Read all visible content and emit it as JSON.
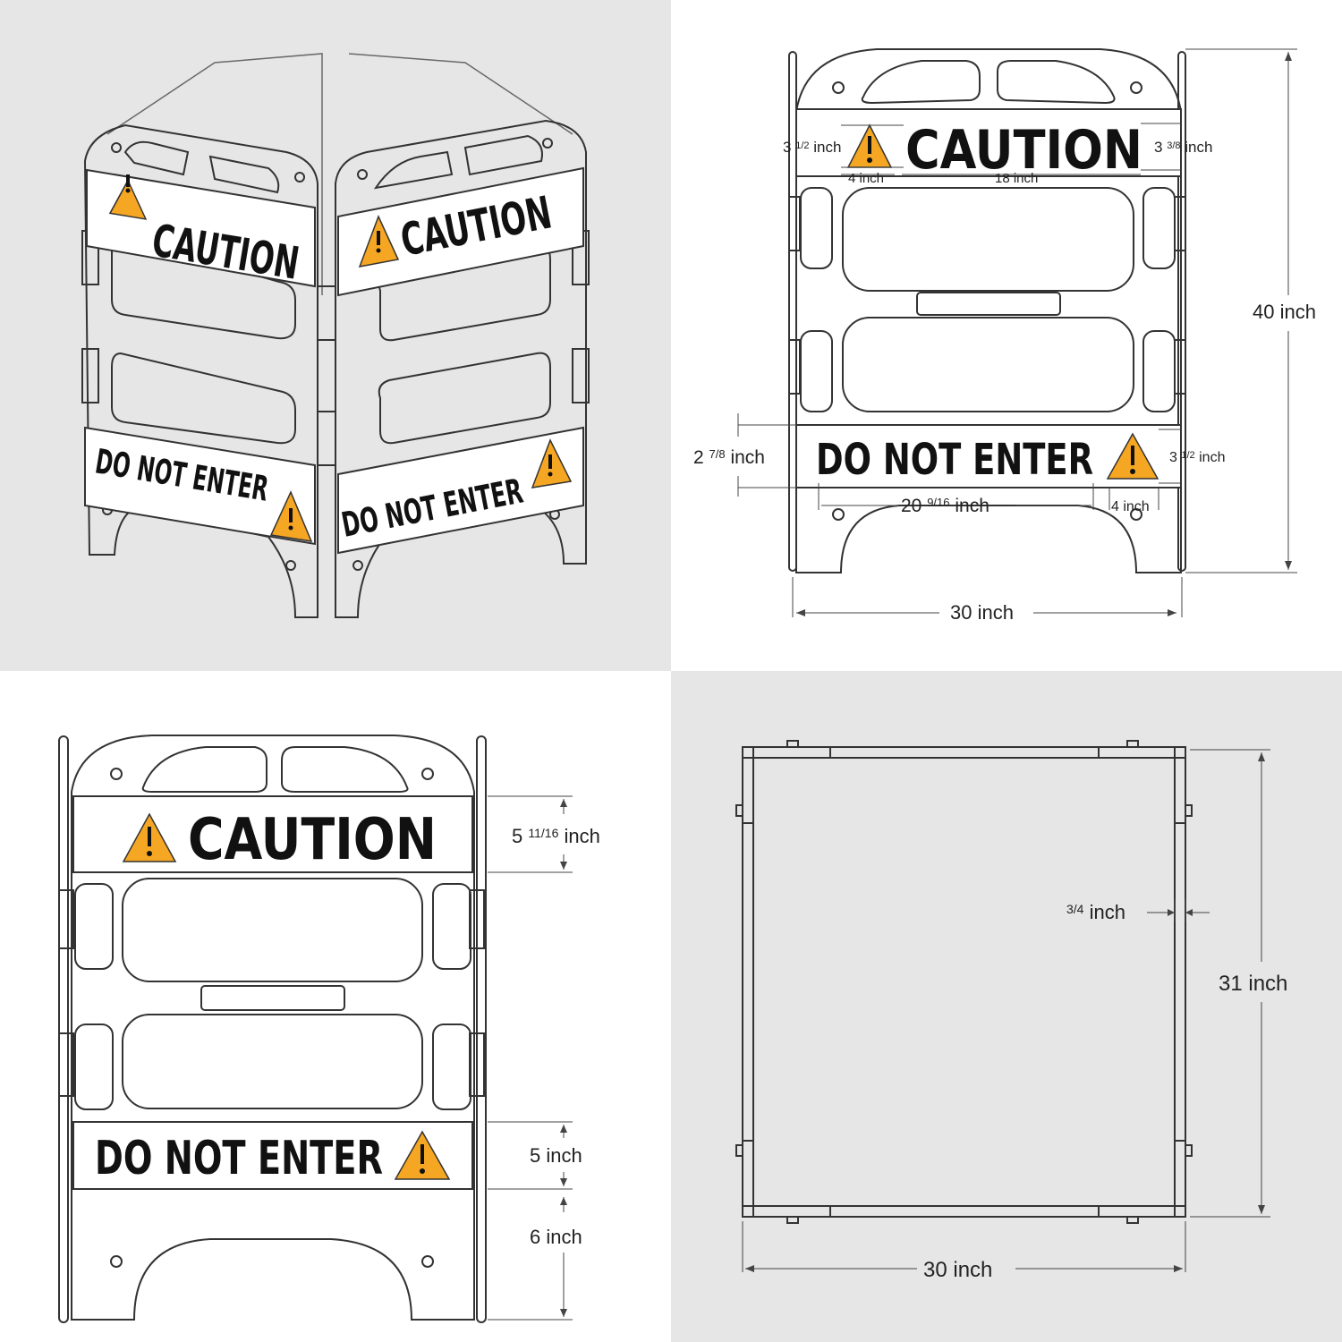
{
  "colors": {
    "gray_background": "#e6e6e6",
    "white_background": "#ffffff",
    "outline": "#333333",
    "sign_text": "#111111",
    "warning_orange": "#f5a623"
  },
  "signs": {
    "caution": "CAUTION",
    "do_not_enter": "DO NOT ENTER",
    "warning_icon": "warning-triangle-icon"
  },
  "front_view": {
    "caution_band_height": {
      "whole": "3",
      "fraction": "1/2",
      "unit": "inch"
    },
    "caution_text_height": {
      "whole": "3",
      "fraction": "3/8",
      "unit": "inch"
    },
    "caution_icon_width": "4 inch",
    "caution_text_width": "18 inch",
    "lower_band_height": {
      "whole": "2",
      "fraction": "7/8",
      "unit": "inch"
    },
    "lower_icon_height": {
      "whole": "3",
      "fraction": "1/2",
      "unit": "inch"
    },
    "lower_text_width": {
      "whole": "20",
      "fraction": "9/16",
      "unit": "inch"
    },
    "lower_icon_width": "4 inch",
    "overall_height": "40 inch",
    "overall_width": "30 inch"
  },
  "side_view": {
    "upper_band_height": {
      "whole": "5",
      "fraction": "11/16",
      "unit": "inch"
    },
    "lower_band_height": "5 inch",
    "leg_height": "6 inch"
  },
  "top_view": {
    "wall_thickness": {
      "fraction": "3/4",
      "unit": "inch"
    },
    "depth": "31 inch",
    "width": "30 inch"
  }
}
